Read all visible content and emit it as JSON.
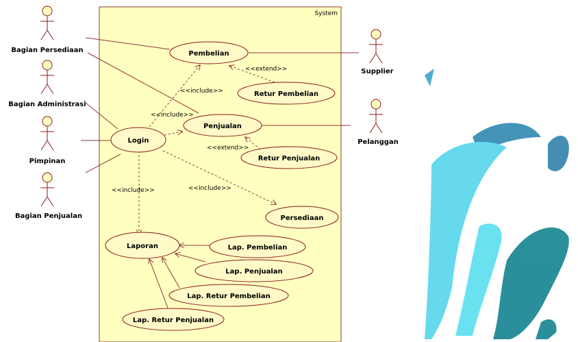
{
  "system": {
    "title": "System"
  },
  "actors": {
    "bagian_persediaan": "Bagian Persediaan",
    "bagian_administrasi": "Bagian Administrasi",
    "pimpinan": "Pimpinan",
    "bagian_penjualan": "Bagian Penjualan",
    "supplier": "Supplier",
    "pelanggan": "Pelanggan"
  },
  "use_cases": {
    "pembelian": "Pembelian",
    "retur_pembelian": "Retur Pembelian",
    "login": "Login",
    "penjualan": "Penjualan",
    "retur_penjualan": "Retur Penjualan",
    "persediaan": "Persediaan",
    "laporan": "Laporan",
    "lap_pembelian": "Lap. Pembelian",
    "lap_penjualan": "Lap. Penjualan",
    "lap_retur_pembelian": "Lap. Retur Pembelian",
    "lap_retur_penjualan": "Lap. Retur Penjualan"
  },
  "stereotypes": {
    "extend_pembelian": "<<extend>>",
    "include_pembelian": "<<include>>",
    "include_penjualan": "<<include>>",
    "extend_penjualan": "<<extend>>",
    "include_laporan": "<<include>>",
    "include_persediaan": "<<include>>"
  },
  "colors": {
    "system_fill": "#ffffc0",
    "ellipse_fill": "#fffac8",
    "line": "#8b3a3a",
    "watermark_light": "#5ee0f0",
    "watermark_dark": "#1f8a96"
  }
}
